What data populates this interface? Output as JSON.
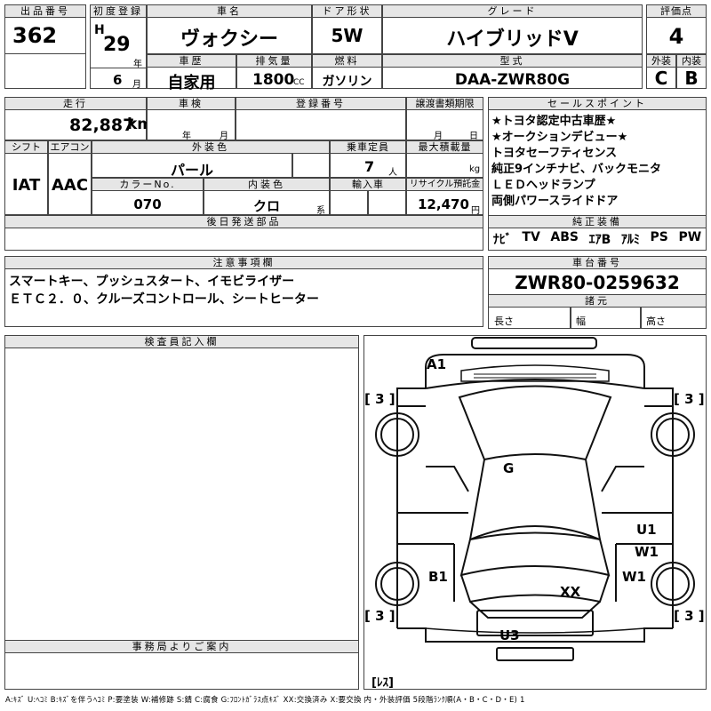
{
  "top": {
    "lot_label": "出品番号",
    "lot_no": "362",
    "first_reg_label": "初度登録",
    "era": "H",
    "reg_year": "29",
    "year_unit": "年",
    "reg_month": "6",
    "month_unit": "月",
    "car_name_label": "車名",
    "car_name": "ヴォクシー",
    "door_label": "ドア形状",
    "door": "5W",
    "grade_label": "グレード",
    "grade": "ハイブリッドV",
    "score_label": "評価点",
    "score": "4",
    "history_label": "車歴",
    "history": "自家用",
    "displacement_label": "排気量",
    "displacement": "1800",
    "displacement_unit": "CC",
    "fuel_label": "燃料",
    "fuel": "ガソリン",
    "model_label": "型式",
    "model": "DAA-ZWR80G",
    "exterior_label": "外装",
    "exterior": "C",
    "interior_label": "内装",
    "interior": "B"
  },
  "mid": {
    "mileage_label": "走行",
    "mileage": "82,887",
    "mileage_unit": "km",
    "inspection_label": "車検",
    "insp_year_unit": "年",
    "insp_month_unit": "月",
    "reg_no_label": "登録番号",
    "transfer_label": "譲渡書類期限",
    "transfer_month_unit": "月",
    "transfer_day_unit": "日",
    "shift_label": "シフト",
    "shift": "IAT",
    "ac_label": "エアコン",
    "ac": "AAC",
    "color_label": "外装色",
    "color": "パール",
    "capacity_label": "乗車定員",
    "capacity": "7",
    "capacity_unit": "人",
    "load_label": "最大積載量",
    "load_unit": "kg",
    "color_no_label": "カラーNo.",
    "color_no": "070",
    "int_color_label": "内装色",
    "int_color": "クロ",
    "int_color_unit": "系",
    "import_label": "輸入車",
    "recycle_label": "リサイクル預託金",
    "recycle": "12,470",
    "recycle_unit": "円",
    "later_parts_label": "後日発送部品"
  },
  "sales": {
    "label": "セールスポイント",
    "lines": [
      "★トヨタ認定中古車歴★",
      "★オークションデビュー★",
      "トヨタセーフティセンス",
      "純正9インチナビ、バックモニタ",
      "ＬＥＤヘッドランプ",
      "両側パワースライドドア"
    ]
  },
  "equip": {
    "label": "純正装備",
    "items": [
      "ﾅﾋﾞ",
      "TV",
      "ABS",
      "ｴｱB",
      "ｱﾙﾐ",
      "PS",
      "PW"
    ]
  },
  "notes": {
    "label": "注意事項欄",
    "lines": [
      "スマートキー、プッシュスタート、イモビライザー",
      "ＥＴＣ２．０、クルーズコントロール、シートヒーター"
    ]
  },
  "chassis": {
    "label": "車台番号",
    "number": "ZWR80-0259632",
    "specs_label": "諸元",
    "length_label": "長さ",
    "width_label": "幅",
    "height_label": "高さ"
  },
  "inspector": {
    "label": "検査員記入欄"
  },
  "office": {
    "label": "事務局よりご案内"
  },
  "diagram": {
    "marks": {
      "a1": "A1",
      "g": "G",
      "u1": "U1",
      "w1a": "W1",
      "b1": "B1",
      "w1b": "W1",
      "xx": "XX",
      "u3": "U3"
    },
    "tire_tl": "[ 3 ]",
    "tire_tr": "[ 3 ]",
    "tire_bl": "[ 3 ]",
    "tire_br": "[ 3 ]",
    "spare": "[ﾚｽ]"
  },
  "legend": "A:ｷｽﾞ U:ﾍｺﾐ B:ｷｽﾞを伴うﾍｺﾐ P:要塗装 W:補修跡 S:錆 C:腐食 G:ﾌﾛﾝﾄｶﾞﾗｽ点ｷｽﾞ XX:交換済み X:要交換  内・外装評価 5段階ﾗﾝｸ順(A・B・C・D・E) 1"
}
